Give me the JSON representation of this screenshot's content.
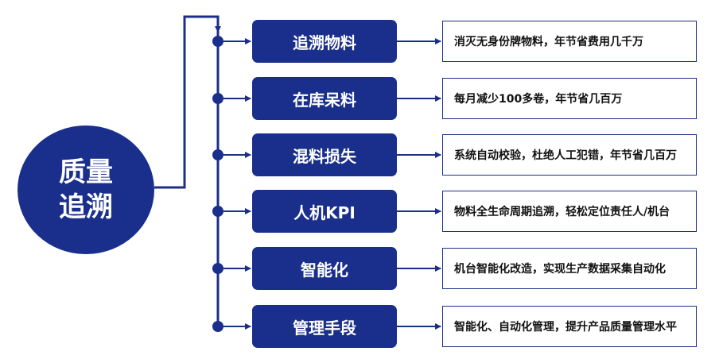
{
  "hub": {
    "label": "质量追溯"
  },
  "items": [
    {
      "label": "追溯物料",
      "desc": "消灭无身份牌物料，年节省费用几千万"
    },
    {
      "label": "在库呆料",
      "desc": "每月减少100多卷，年节省几百万"
    },
    {
      "label": "混料损失",
      "desc": "系统自动校验，杜绝人工犯错，年节省几百万"
    },
    {
      "label": "人机KPI",
      "desc": "物料全生命周期追溯，轻松定位责任人/机台"
    },
    {
      "label": "智能化",
      "desc": "机台智能化改造，实现生产数据采集自动化"
    },
    {
      "label": "管理手段",
      "desc": "智能化、自动化管理，提升产品质量管理水平"
    }
  ],
  "colors": {
    "primary": "#1a2f8c"
  }
}
